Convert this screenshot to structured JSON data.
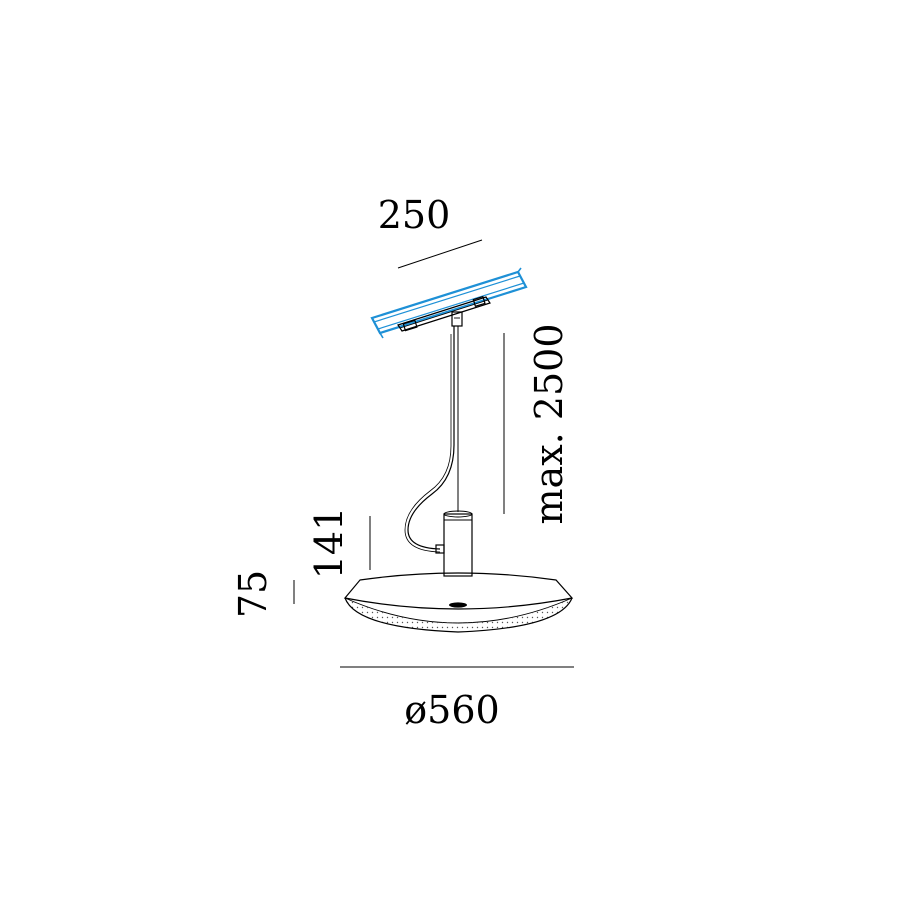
{
  "colors": {
    "ink": "#000000",
    "track_accent": "#1E90D6",
    "background": "#FFFFFF"
  },
  "dimensions": {
    "track_length": "250",
    "suspension_length": "max. 2500",
    "body_height": "141",
    "shade_height": "75",
    "shade_diameter": "ø560"
  }
}
